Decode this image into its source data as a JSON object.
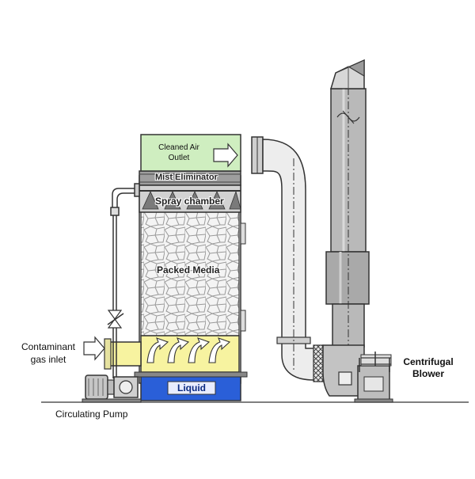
{
  "labels": {
    "cleaned_air_outlet": "Cleaned Air\nOutlet",
    "mist_eliminator": "Mist Eliminator",
    "spray_chamber": "Spray chamber",
    "packed_media": "Packed Media",
    "contaminant_gas_inlet": "Contaminant\ngas inlet",
    "liquid": "Liquid",
    "centrifugal_blower": "Centrifugal\nBlower",
    "circulating_pump": "Circulating Pump"
  },
  "colors": {
    "outlet_fill": "#cfeec0",
    "inlet_fill": "#f7f3a0",
    "liquid_fill": "#2a5fd8",
    "metal": "#b5b5b5",
    "metal_dark": "#8c8c8c",
    "stroke": "#333333"
  }
}
